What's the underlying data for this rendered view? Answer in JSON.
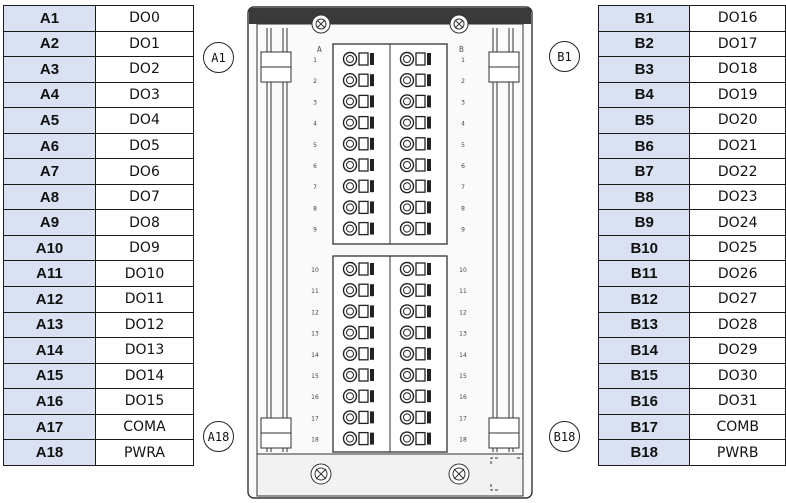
{
  "left_table": {
    "rows": [
      {
        "pin": "A1",
        "signal": "DO0"
      },
      {
        "pin": "A2",
        "signal": "DO1"
      },
      {
        "pin": "A3",
        "signal": "DO2"
      },
      {
        "pin": "A4",
        "signal": "DO3"
      },
      {
        "pin": "A5",
        "signal": "DO4"
      },
      {
        "pin": "A6",
        "signal": "DO5"
      },
      {
        "pin": "A7",
        "signal": "DO6"
      },
      {
        "pin": "A8",
        "signal": "DO7"
      },
      {
        "pin": "A9",
        "signal": "DO8"
      },
      {
        "pin": "A10",
        "signal": "DO9"
      },
      {
        "pin": "A11",
        "signal": "DO10"
      },
      {
        "pin": "A12",
        "signal": "DO11"
      },
      {
        "pin": "A13",
        "signal": "DO12"
      },
      {
        "pin": "A14",
        "signal": "DO13"
      },
      {
        "pin": "A15",
        "signal": "DO14"
      },
      {
        "pin": "A16",
        "signal": "DO15"
      },
      {
        "pin": "A17",
        "signal": "COMA"
      },
      {
        "pin": "A18",
        "signal": "PWRA"
      }
    ]
  },
  "right_table": {
    "rows": [
      {
        "pin": "B1",
        "signal": "DO16"
      },
      {
        "pin": "B2",
        "signal": "DO17"
      },
      {
        "pin": "B3",
        "signal": "DO18"
      },
      {
        "pin": "B4",
        "signal": "DO19"
      },
      {
        "pin": "B5",
        "signal": "DO20"
      },
      {
        "pin": "B6",
        "signal": "DO21"
      },
      {
        "pin": "B7",
        "signal": "DO22"
      },
      {
        "pin": "B8",
        "signal": "DO23"
      },
      {
        "pin": "B9",
        "signal": "DO24"
      },
      {
        "pin": "B10",
        "signal": "DO25"
      },
      {
        "pin": "B11",
        "signal": "DO26"
      },
      {
        "pin": "B12",
        "signal": "DO27"
      },
      {
        "pin": "B13",
        "signal": "DO28"
      },
      {
        "pin": "B14",
        "signal": "DO29"
      },
      {
        "pin": "B15",
        "signal": "DO30"
      },
      {
        "pin": "B16",
        "signal": "DO31"
      },
      {
        "pin": "B17",
        "signal": "COMB"
      },
      {
        "pin": "B18",
        "signal": "PWRB"
      }
    ]
  },
  "callouts": {
    "a_first": "A1",
    "a_last": "A18",
    "b_first": "B1",
    "b_last": "B18"
  },
  "device": {
    "terminal_numbers": [
      "1",
      "2",
      "3",
      "4",
      "5",
      "6",
      "7",
      "8",
      "9",
      "10",
      "11",
      "12",
      "13",
      "14",
      "15",
      "16",
      "17",
      "18"
    ],
    "header_left": "A",
    "header_right": "B"
  },
  "colors": {
    "pin_cell": "#d9e1f2",
    "signal_cell": "#ffffff",
    "border": "#1a1a1a"
  }
}
